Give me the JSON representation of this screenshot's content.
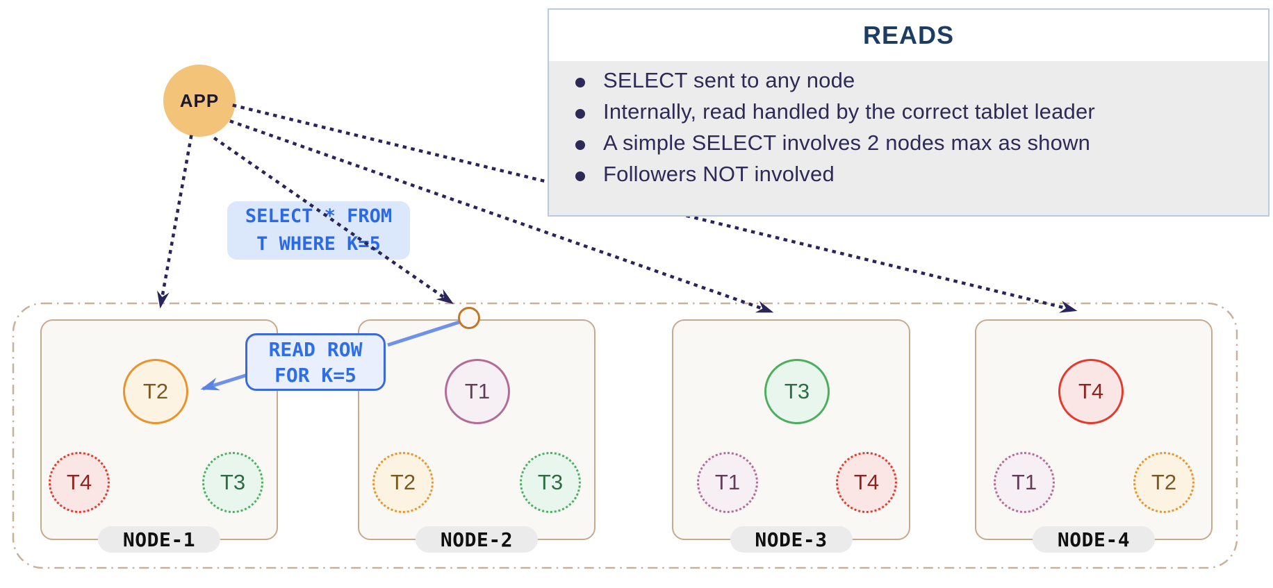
{
  "app": {
    "label": "APP"
  },
  "reads_panel": {
    "title": "READS",
    "bullets": [
      "SELECT sent to any node",
      "Internally, read handled by the correct tablet leader",
      "A simple SELECT involves 2 nodes max as shown",
      "Followers NOT involved"
    ]
  },
  "query_label": {
    "line1": "SELECT * FROM",
    "line2": "T WHERE K=5"
  },
  "read_row_label": {
    "line1": "READ ROW",
    "line2": "FOR K=5"
  },
  "nodes": [
    {
      "label": "NODE-1",
      "leader": {
        "label": "T2"
      },
      "followers": [
        {
          "label": "T4"
        },
        {
          "label": "T3"
        }
      ]
    },
    {
      "label": "NODE-2",
      "leader": {
        "label": "T1"
      },
      "followers": [
        {
          "label": "T2"
        },
        {
          "label": "T3"
        }
      ]
    },
    {
      "label": "NODE-3",
      "leader": {
        "label": "T3"
      },
      "followers": [
        {
          "label": "T1"
        },
        {
          "label": "T4"
        }
      ]
    },
    {
      "label": "NODE-4",
      "leader": {
        "label": "T4"
      },
      "followers": [
        {
          "label": "T1"
        },
        {
          "label": "T2"
        }
      ]
    }
  ],
  "colors": {
    "app_fill": "#F2C379",
    "arrow_dotted": "#29245A",
    "arrow_blue": "#5B83E6",
    "query_text_blue": "#2B6AE6",
    "reads_title": "#1D3C63",
    "reads_body_bg": "#ECECEC",
    "node_border": "#C7A98C",
    "outer_border": "#C9B199",
    "tablet_t1": "#B26C96",
    "tablet_t2": "#E8932B",
    "tablet_t3": "#4CAF5E",
    "tablet_t4": "#E43A2E"
  }
}
